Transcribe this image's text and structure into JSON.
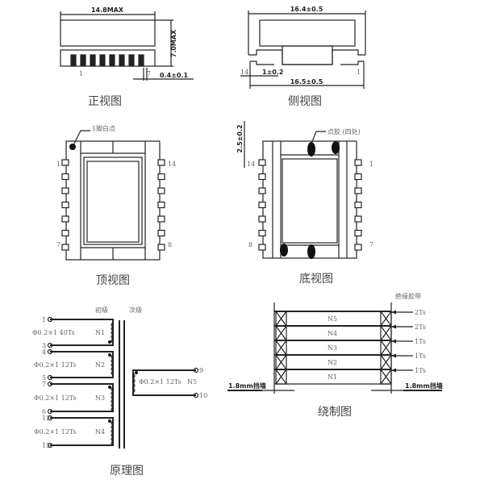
{
  "front_view": {
    "caption": "正视图",
    "width_dim": "14.8MAX",
    "height_dim": "7.0MAX",
    "pin_dim": "0.4±0.1",
    "pin_first": "1",
    "pin_last": "7"
  },
  "side_view": {
    "caption": "侧视图",
    "top_dim": "16.4±0.5",
    "bottom_dim": "16.5±0.5",
    "pin_dim": "1±0.2",
    "pin_left": "14",
    "pin_right": "1"
  },
  "top_view": {
    "caption": "顶视图",
    "note": "1脚白点",
    "pins": {
      "top_left": "1",
      "bottom_left": "7",
      "top_right": "14",
      "bottom_right": "8"
    }
  },
  "bottom_view": {
    "caption": "底视图",
    "note": "点胶 (四处)",
    "dim": "2.5±0.2",
    "pins": {
      "top_left": "14",
      "bottom_left": "8",
      "top_right": "1",
      "bottom_right": "7"
    }
  },
  "schematic": {
    "caption": "原理图",
    "primary_label": "初级",
    "secondary_label": "次级",
    "windings": [
      {
        "spec": "Φ0.2×1  40Ts",
        "name": "N1",
        "start": "1",
        "end": "3"
      },
      {
        "spec": "Φ0.2×1  12Ts",
        "name": "N2",
        "start": "4",
        "end": "5"
      },
      {
        "spec": "Φ0.2×1  12Ts",
        "name": "N3",
        "start": "7",
        "end": "6"
      },
      {
        "spec": "Φ0.2×1  12Ts",
        "name": "N4",
        "start": "12",
        "end": "13"
      },
      {
        "spec": "Φ0.2×1  12Ts",
        "name": "N5",
        "start": "9",
        "end": "10"
      }
    ]
  },
  "winding_diagram": {
    "caption": "绕制图",
    "tape_label": "绝缘胶带",
    "layers": [
      "N5",
      "N4",
      "N3",
      "N2",
      "N1"
    ],
    "tapes": [
      "2Ts",
      "2Ts",
      "1Ts",
      "1Ts",
      "1Ts"
    ],
    "margin_left": "1.8mm挡墙",
    "margin_right": "1.8mm挡墙"
  }
}
